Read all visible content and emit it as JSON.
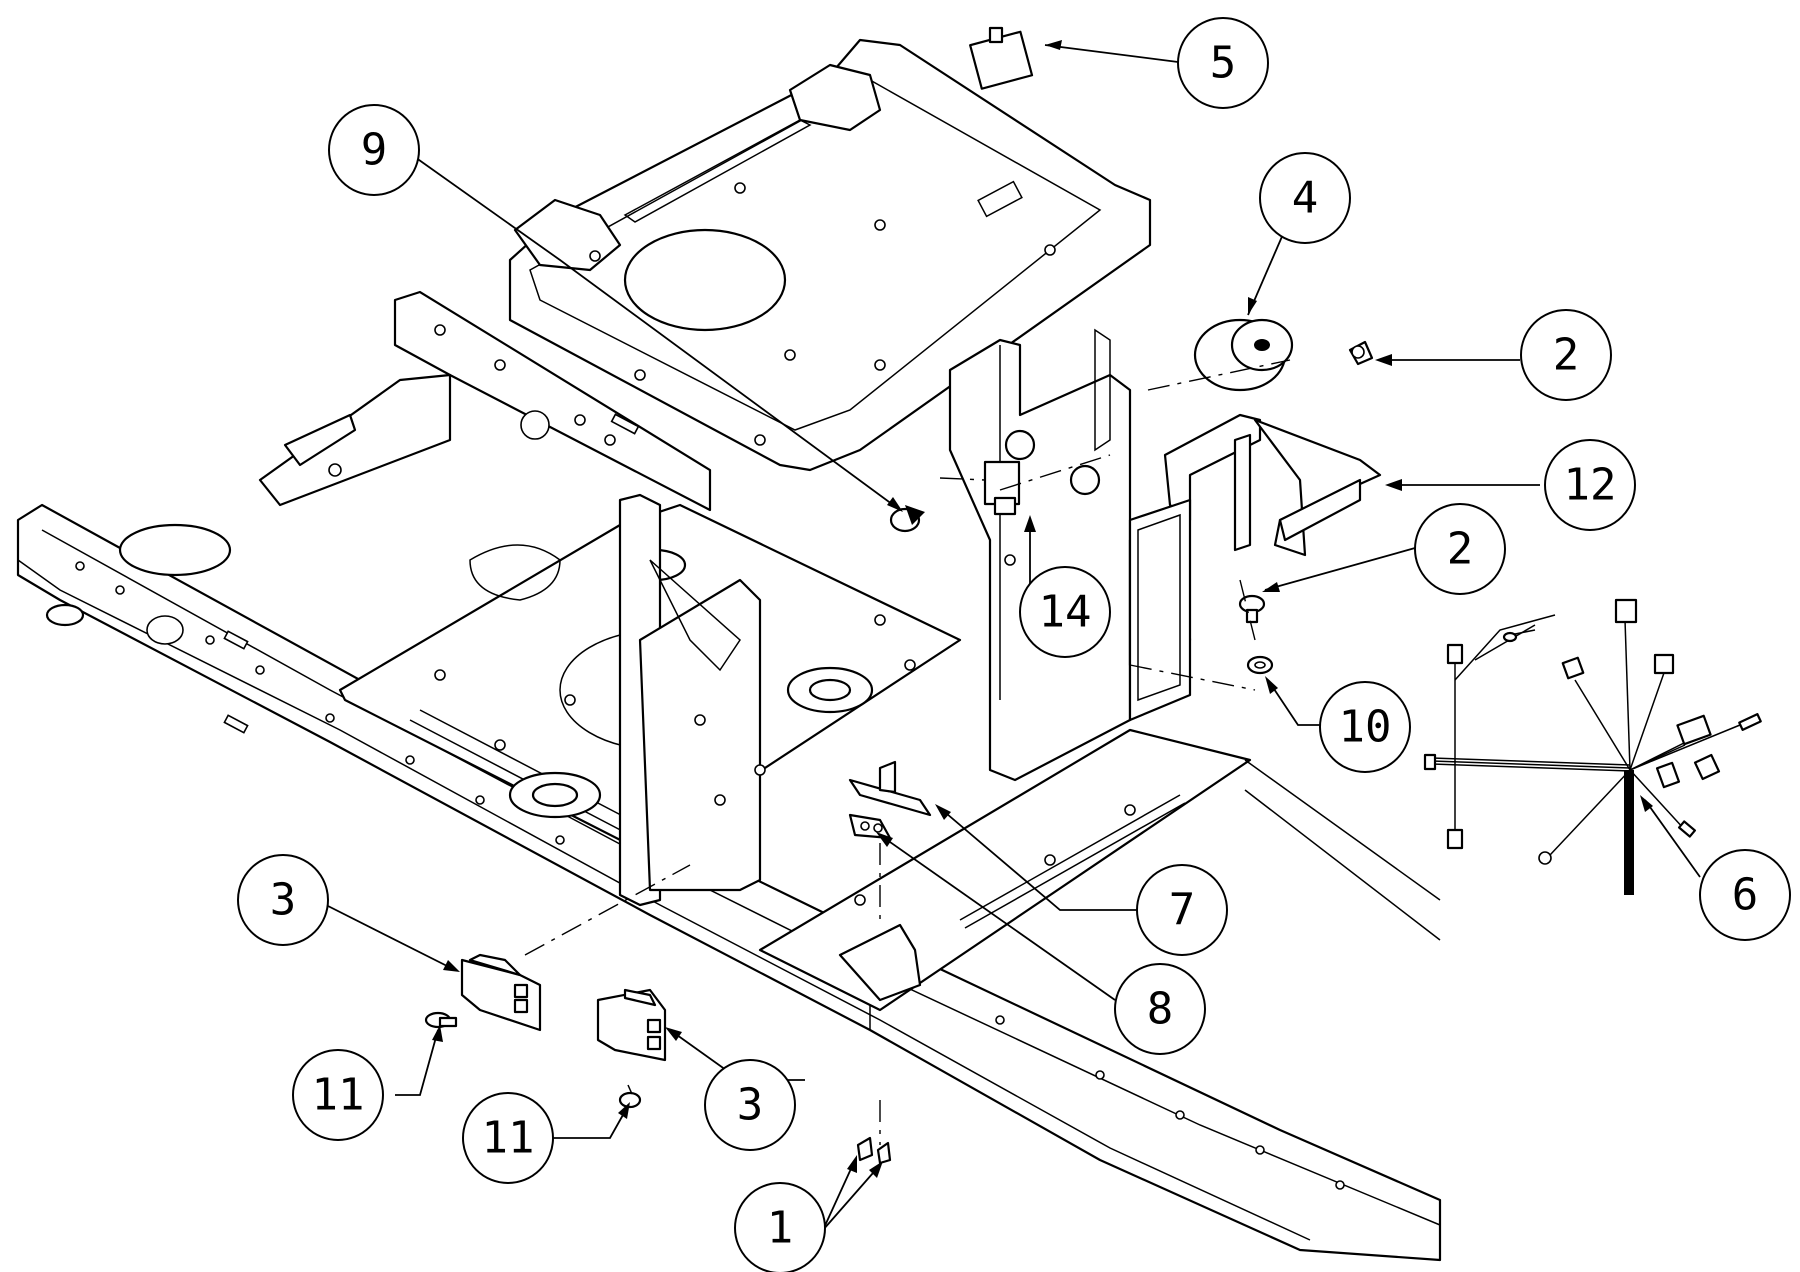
{
  "diagram": {
    "type": "exploded-parts-drawing",
    "callouts": [
      {
        "id": "c1",
        "label": "1"
      },
      {
        "id": "c2a",
        "label": "2"
      },
      {
        "id": "c2b",
        "label": "2"
      },
      {
        "id": "c3a",
        "label": "3"
      },
      {
        "id": "c3b",
        "label": "3"
      },
      {
        "id": "c4",
        "label": "4"
      },
      {
        "id": "c5",
        "label": "5"
      },
      {
        "id": "c6",
        "label": "6"
      },
      {
        "id": "c7",
        "label": "7"
      },
      {
        "id": "c8",
        "label": "8"
      },
      {
        "id": "c9",
        "label": "9"
      },
      {
        "id": "c10",
        "label": "10"
      },
      {
        "id": "c11a",
        "label": "11"
      },
      {
        "id": "c11b",
        "label": "11"
      },
      {
        "id": "c12",
        "label": "12"
      },
      {
        "id": "c14",
        "label": "14"
      }
    ]
  }
}
